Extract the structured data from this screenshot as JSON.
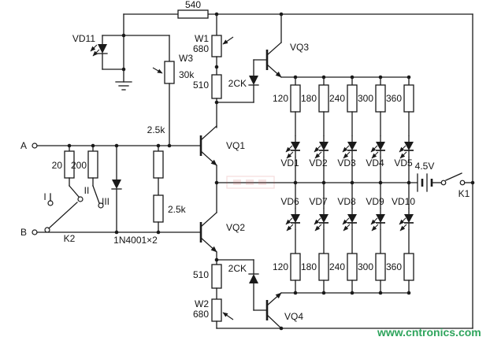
{
  "components": {
    "r540": "540",
    "vd11": "VD11",
    "w1": {
      "name": "W1",
      "value": "680"
    },
    "w2": {
      "name": "W2",
      "value": "680"
    },
    "w3": {
      "name": "W3",
      "value": "30k"
    },
    "r510_top": "510",
    "r510_bottom": "510",
    "d2ck_top": "2CK",
    "d2ck_bottom": "2CK",
    "r2k5_upper": "2.5k",
    "r2k5_lower": "2.5k",
    "r20": "20",
    "r200": "200",
    "d1n4001": "1N4001×2",
    "vq1": "VQ1",
    "vq2": "VQ2",
    "vq3": "VQ3",
    "vq4": "VQ4",
    "battery": "4.5V",
    "k1": "K1",
    "k2": "K2"
  },
  "terminals": {
    "a": "A",
    "b": "B",
    "i": "I",
    "ii": "II",
    "iii": "III"
  },
  "led_bank_top": {
    "resistors": [
      "120",
      "180",
      "240",
      "300",
      "360"
    ],
    "leds": [
      "VD1",
      "VD2",
      "VD3",
      "VD4",
      "VD5"
    ]
  },
  "led_bank_bottom": {
    "resistors": [
      "120",
      "180",
      "240",
      "300",
      "360"
    ],
    "leds": [
      "VD6",
      "VD7",
      "VD8",
      "VD9",
      "VD10"
    ]
  },
  "watermark": {
    "site": "www.cntronics.com",
    "color": "#2ea45c"
  }
}
